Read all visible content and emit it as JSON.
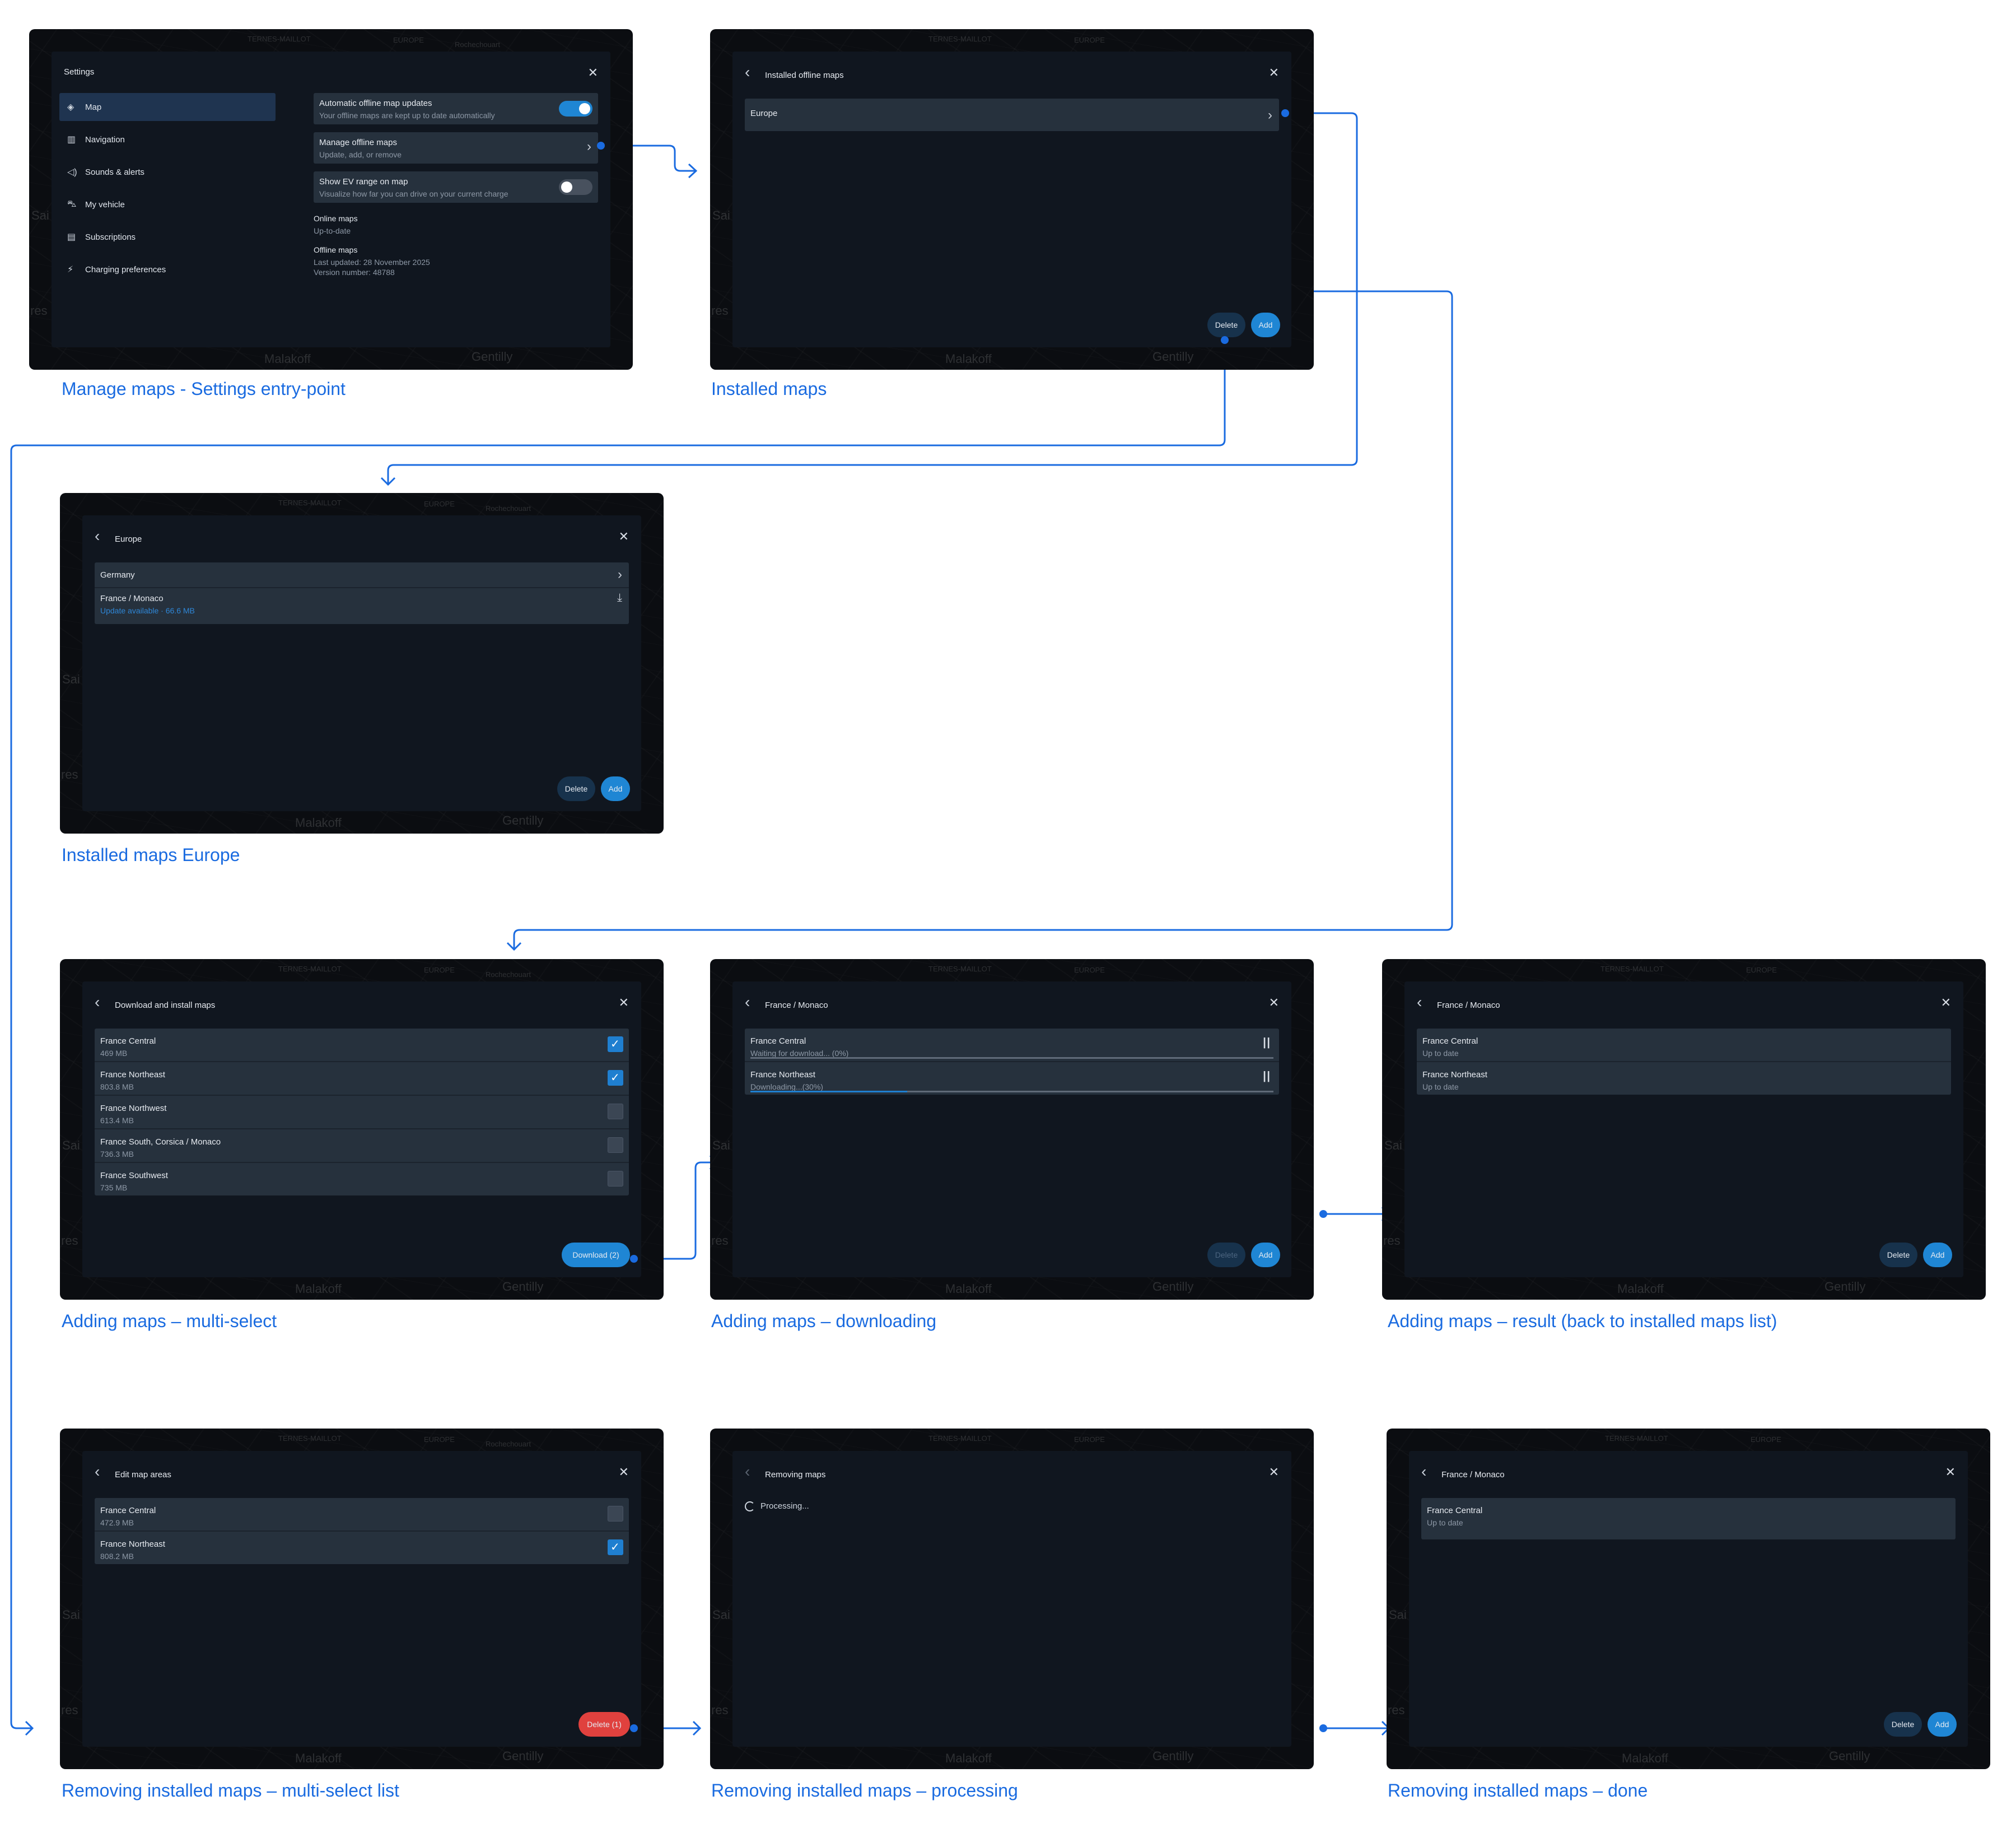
{
  "map_labels": {
    "ternes": "TERNES-MAILLOT",
    "europe": "EUROPE",
    "rochechouart": "Rochechouart",
    "malakoff": "Malakoff",
    "gentilly": "Gentilly",
    "sai": "Sai",
    "res": "res"
  },
  "icons": {
    "back": "chevron-left-icon",
    "close": "close-icon",
    "chevron": "chevron-right-icon",
    "download": "download-icon",
    "pause": "pause-icon",
    "check": "check-icon",
    "spinner": "spinner-icon"
  },
  "colors": {
    "accent": "#1a6be0",
    "button_blue": "#1f86d4",
    "danger": "#e0413e",
    "panel": "#10161f",
    "row": "#26313d"
  },
  "screens": {
    "settings": {
      "title": "Settings",
      "caption": "Manage maps - Settings entry-point",
      "sidebar": [
        {
          "label": "Map",
          "icon": "layers-icon",
          "selected": true
        },
        {
          "label": "Navigation",
          "icon": "map-icon"
        },
        {
          "label": "Sounds & alerts",
          "icon": "speaker-icon"
        },
        {
          "label": "My vehicle",
          "icon": "car-icon"
        },
        {
          "label": "Subscriptions",
          "icon": "receipt-icon"
        },
        {
          "label": "Charging preferences",
          "icon": "charger-icon"
        }
      ],
      "rows": {
        "auto_updates": {
          "title": "Automatic offline map updates",
          "subtitle": "Your offline maps are kept up to date automatically",
          "toggle_on": true
        },
        "manage": {
          "title": "Manage offline maps",
          "subtitle": "Update, add, or remove"
        },
        "ev_range": {
          "title": "Show EV range on map",
          "subtitle": "Visualize how far you can drive on your current charge",
          "toggle_on": false
        }
      },
      "online_maps": {
        "heading": "Online maps",
        "value": "Up-to-date"
      },
      "offline_maps": {
        "heading": "Offline maps",
        "last_updated": "Last updated: 28 November 2025",
        "version": "Version number: 48788"
      }
    },
    "installed": {
      "title": "Installed offline maps",
      "caption": "Installed maps",
      "items": [
        {
          "title": "Europe"
        }
      ],
      "delete_label": "Delete",
      "add_label": "Add"
    },
    "europe": {
      "title": "Europe",
      "caption": "Installed maps Europe",
      "items": [
        {
          "title": "Germany"
        },
        {
          "title": "France / Monaco",
          "subtitle": "Update available · 66.6 MB"
        }
      ],
      "delete_label": "Delete",
      "add_label": "Add"
    },
    "multiselect": {
      "title": "Download and install maps",
      "caption": "Adding maps – multi-select",
      "items": [
        {
          "title": "France Central",
          "subtitle": "469 MB",
          "checked": true
        },
        {
          "title": "France Northeast",
          "subtitle": "803.8 MB",
          "checked": true
        },
        {
          "title": "France Northwest",
          "subtitle": "613.4 MB",
          "checked": false
        },
        {
          "title": "France South, Corsica / Monaco",
          "subtitle": "736.3 MB",
          "checked": false
        },
        {
          "title": "France Southwest",
          "subtitle": "735 MB",
          "checked": false
        }
      ],
      "download_label": "Download (2)"
    },
    "downloading": {
      "title": "France / Monaco",
      "caption": "Adding maps – downloading",
      "items": [
        {
          "title": "France Central",
          "subtitle": "Waiting for download... (0%)",
          "progress": 0
        },
        {
          "title": "France Northeast",
          "subtitle": "Downloading...(30%)",
          "progress": 0.3
        }
      ],
      "delete_label": "Delete",
      "add_label": "Add"
    },
    "result": {
      "title": "France / Monaco",
      "caption": "Adding maps – result (back to installed maps list)",
      "items": [
        {
          "title": "France Central",
          "subtitle": "Up to date"
        },
        {
          "title": "France Northeast",
          "subtitle": "Up to date"
        }
      ],
      "delete_label": "Delete",
      "add_label": "Add"
    },
    "edit": {
      "title": "Edit map areas",
      "caption": "Removing installed maps – multi-select list",
      "items": [
        {
          "title": "France Central",
          "subtitle": "472.9 MB",
          "checked": false
        },
        {
          "title": "France Northeast",
          "subtitle": "808.2 MB",
          "checked": true
        }
      ],
      "delete_label": "Delete (1)"
    },
    "removing": {
      "title": "Removing maps",
      "caption": "Removing installed maps – processing",
      "status": "Processing..."
    },
    "done": {
      "title": "France / Monaco",
      "caption": "Removing installed maps – done",
      "items": [
        {
          "title": "France Central",
          "subtitle": "Up to date"
        }
      ],
      "delete_label": "Delete",
      "add_label": "Add"
    }
  }
}
